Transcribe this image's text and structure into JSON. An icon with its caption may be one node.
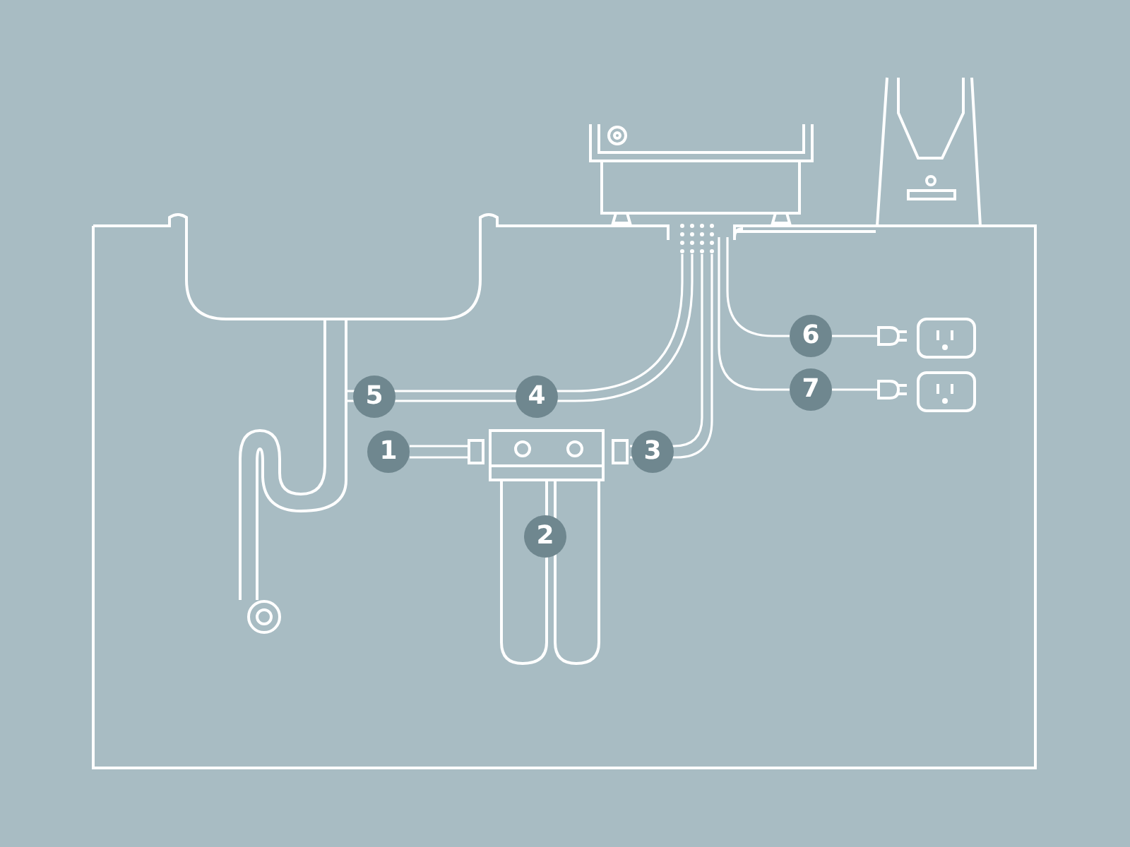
{
  "diagram": {
    "labels": [
      "6",
      "5",
      "4",
      "7",
      "1",
      "3",
      "2"
    ]
  }
}
